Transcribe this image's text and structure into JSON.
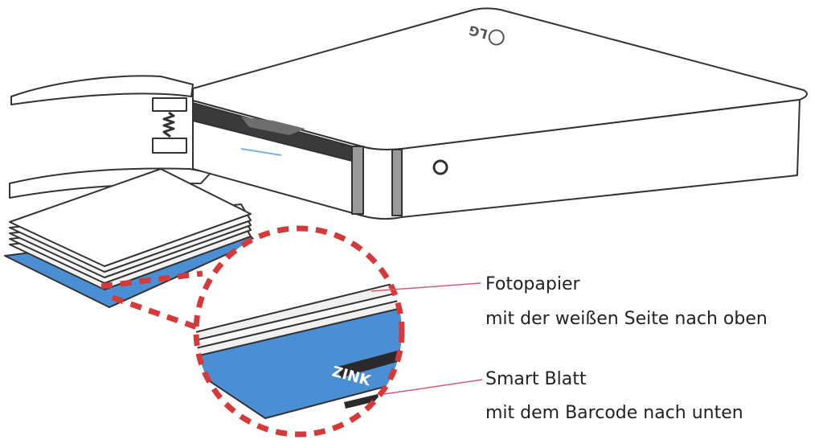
{
  "brand": {
    "logo_text": "LG"
  },
  "paper_callout": {
    "title": "Fotopapier",
    "subtitle": "mit der weißen Seite nach oben"
  },
  "smart_sheet_callout": {
    "title": "Smart Blatt",
    "subtitle": "mit dem Barcode nach unten",
    "printed_text": "ZINK"
  },
  "colors": {
    "outline": "#333333",
    "smart_sheet_blue": "#4a8fd4",
    "magnifier_ring": "#d43a3a",
    "leader_line": "#d45a78",
    "paper_edge": "#f2f2f2"
  }
}
